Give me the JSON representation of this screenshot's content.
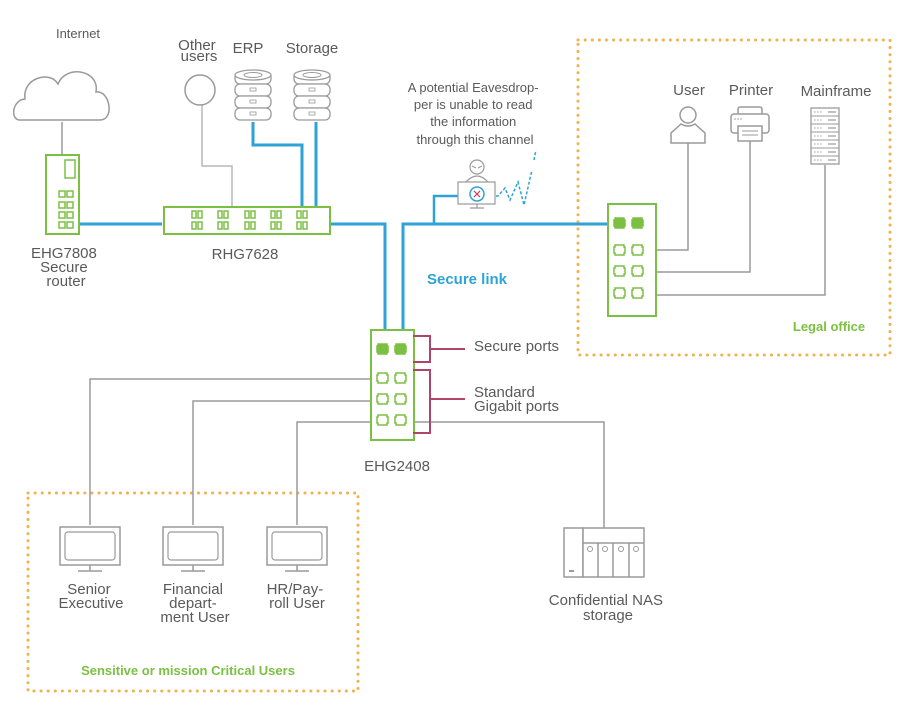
{
  "diagram": {
    "nodes": {
      "internet": {
        "label": "Internet",
        "icon": "cloud-icon"
      },
      "router": {
        "label_lines": [
          "EHG7808",
          "Secure",
          "router"
        ],
        "icon": "router-icon"
      },
      "core_switch": {
        "label": "RHG7628",
        "icon": "switch-icon"
      },
      "other_users": {
        "label_lines": [
          "Other",
          "users"
        ],
        "icon": "user-circle-icon"
      },
      "erp": {
        "label": "ERP",
        "icon": "database-icon"
      },
      "storage": {
        "label": "Storage",
        "icon": "database-icon"
      },
      "eavesdropper": {
        "label_lines": [
          "A potential Eavesdrop-",
          "per is unable to read",
          "the information",
          "through this channel"
        ],
        "icon": "eavesdropper-icon"
      },
      "secure_link": {
        "label": "Secure link"
      },
      "access_switch": {
        "label": "EHG2408",
        "icon": "switch-icon"
      },
      "secure_ports": {
        "label": "Secure ports"
      },
      "standard_ports": {
        "label_lines": [
          "Standard",
          "Gigabit ports"
        ]
      },
      "legal_user": {
        "label": "User",
        "icon": "user-icon"
      },
      "printer": {
        "label": "Printer",
        "icon": "printer-icon"
      },
      "mainframe": {
        "label": "Mainframe",
        "icon": "server-rack-icon"
      },
      "legal_office": {
        "label": "Legal office"
      },
      "senior_exec": {
        "label_lines": [
          "Senior",
          "Executive"
        ],
        "icon": "monitor-icon"
      },
      "financial": {
        "label_lines": [
          "Financial",
          "depart-",
          "ment User"
        ],
        "icon": "monitor-icon"
      },
      "hr": {
        "label_lines": [
          "HR/Pay-",
          "roll User"
        ],
        "icon": "monitor-icon"
      },
      "nas": {
        "label_lines": [
          "Confidential NAS",
          "storage"
        ],
        "icon": "nas-icon"
      },
      "sensitive_zone": {
        "label": "Sensitive or mission Critical Users"
      }
    },
    "colors": {
      "secure_link": "#2ea3d6",
      "device_green": "#7bc043",
      "zone_border": "#f0b24e",
      "port_bracket": "#b0456a",
      "standard_link": "#9a9a9a"
    }
  }
}
